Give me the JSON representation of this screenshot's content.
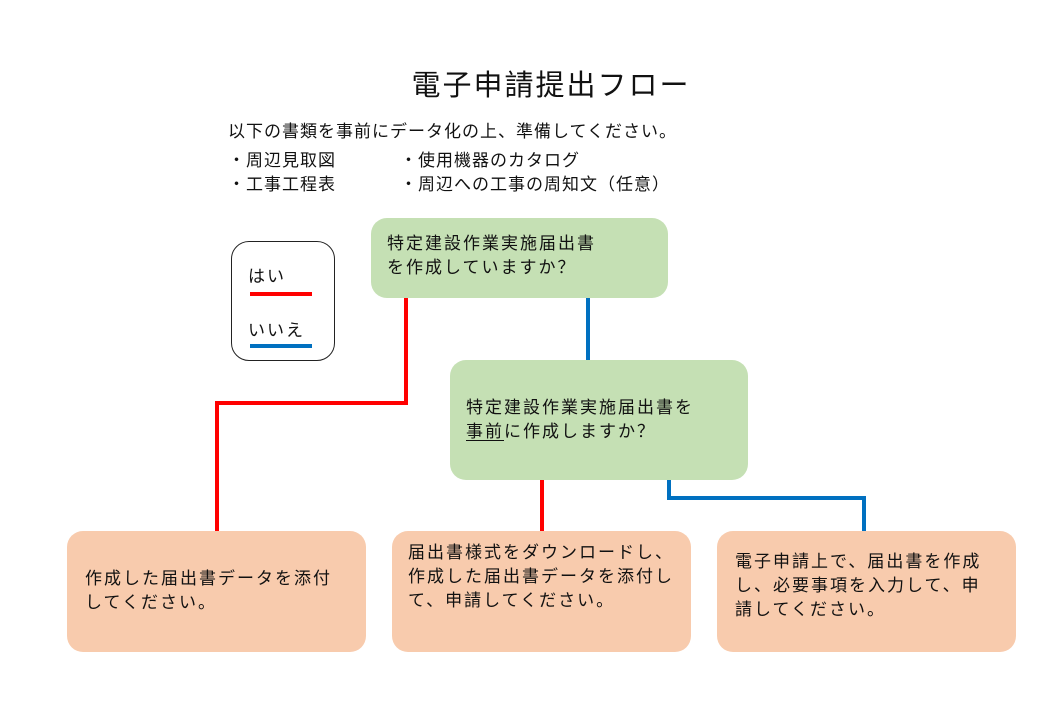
{
  "title": "電子申請提出フロー",
  "intro": {
    "line": "以下の書類を事前にデータ化の上、準備してください。",
    "documents": [
      "・周辺見取図",
      "・使用機器のカタログ",
      "・工事工程表",
      "・周辺への工事の周知文（任意）"
    ]
  },
  "legend": {
    "yes_label": "はい",
    "no_label": "いいえ",
    "yes_color": "#ff0000",
    "no_color": "#0070c0"
  },
  "nodes": {
    "q1": {
      "line1": "特定建設作業実施届出書",
      "line2": "を作成していますか？"
    },
    "q2": {
      "line1": "特定建設作業実施届出書を",
      "line2_underlined": "事前",
      "line2_rest": "に作成しますか？"
    },
    "r1": {
      "text": "作成した届出書データを添付してください。"
    },
    "r2": {
      "text": "届出書様式をダウンロードし、作成した届出書データを添付して、申請してください。"
    },
    "r3": {
      "text": "電子申請上で、届出書を作成し、必要事項を入力して、申請してください。"
    }
  },
  "edges": [
    {
      "from": "q1",
      "to": "r1",
      "answer": "yes"
    },
    {
      "from": "q1",
      "to": "q2",
      "answer": "no"
    },
    {
      "from": "q2",
      "to": "r2",
      "answer": "yes"
    },
    {
      "from": "q2",
      "to": "r3",
      "answer": "no"
    }
  ]
}
